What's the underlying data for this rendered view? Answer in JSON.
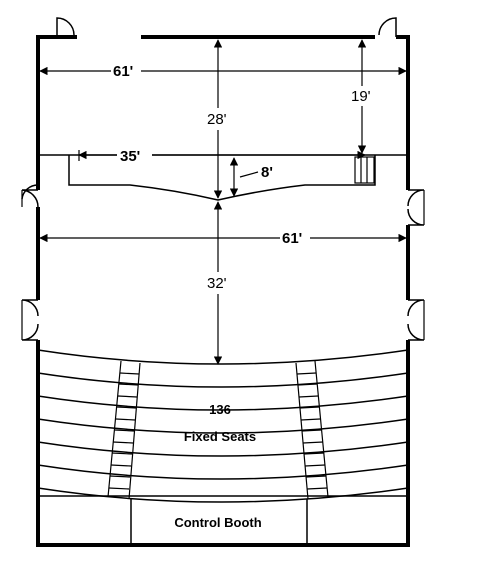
{
  "dimensions": {
    "width_top": "61'",
    "width_mid": "61'",
    "stage_to_front_wall": "19'",
    "center_to_back_wall": "28'",
    "stage_width": "35'",
    "apron_depth": "8'",
    "apron_to_seating": "32'"
  },
  "seating": {
    "count": "136",
    "label": "Fixed Seats"
  },
  "booth": {
    "label": "Control Booth"
  }
}
